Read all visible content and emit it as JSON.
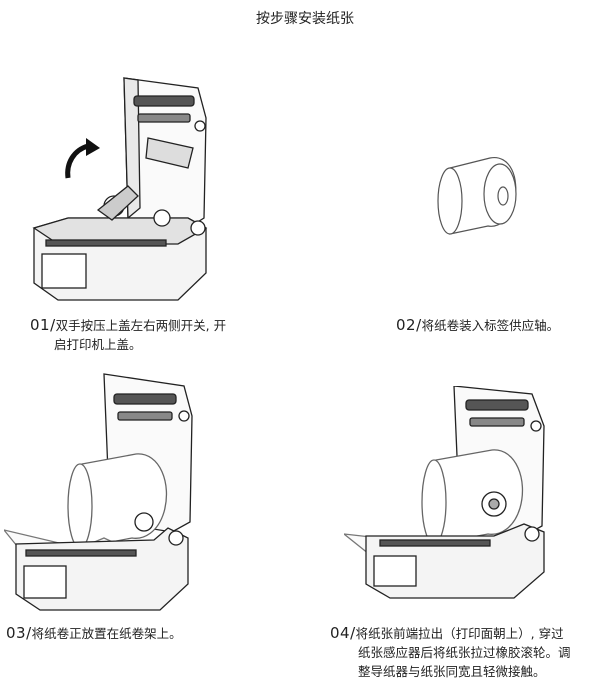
{
  "page": {
    "title": "按步骤安装纸张"
  },
  "steps": [
    {
      "num": "01/",
      "text_line1": "双手按压上盖左右两侧开关, 开",
      "text_line2": "启打印机上盖。"
    },
    {
      "num": "02/",
      "text_line1": "将纸卷装入标签供应轴。"
    },
    {
      "num": "03/",
      "text_line1": "将纸卷正放置在纸卷架上。"
    },
    {
      "num": "04/",
      "text_line1": "将纸张前端拉出（打印面朝上）, 穿过",
      "text_line2": "纸张感应器后将纸张拉过橡胶滚轮。调",
      "text_line3": "整导纸器与纸张同宽且轻微接触。"
    }
  ]
}
